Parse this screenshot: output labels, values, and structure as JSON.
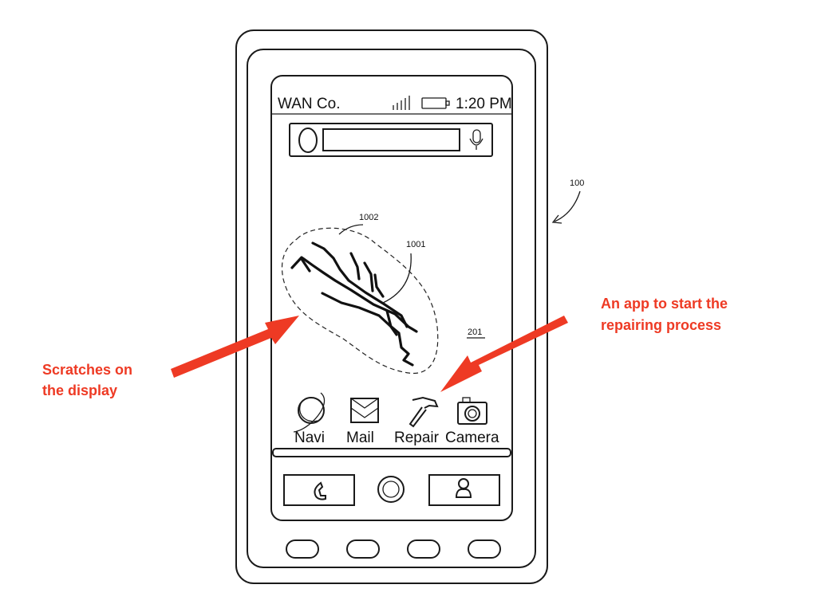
{
  "status_bar": {
    "carrier": "WAN Co.",
    "time": "1:20 PM",
    "icons": [
      "signal-bars-icon",
      "battery-icon"
    ]
  },
  "search_bar": {
    "icons": [
      "search-circle-icon",
      "microphone-icon"
    ]
  },
  "reference_labels": {
    "device": "100",
    "scratch_region": "1002",
    "scratches": "1001",
    "display": "201"
  },
  "apps": [
    {
      "label": "Navi",
      "icon": "globe-icon"
    },
    {
      "label": "Mail",
      "icon": "envelope-icon"
    },
    {
      "label": "Repair",
      "icon": "hammer-icon"
    },
    {
      "label": "Camera",
      "icon": "camera-icon"
    }
  ],
  "dock": {
    "icons": [
      "phone-icon",
      "home-button-icon",
      "contacts-icon"
    ]
  },
  "hardware_buttons": 4,
  "callouts": {
    "left": [
      "Scratches on",
      "the display"
    ],
    "right": [
      "An app to start the",
      "repairing process"
    ]
  },
  "colors": {
    "callout": "#ee3a24",
    "line": "#1a1a1a"
  }
}
